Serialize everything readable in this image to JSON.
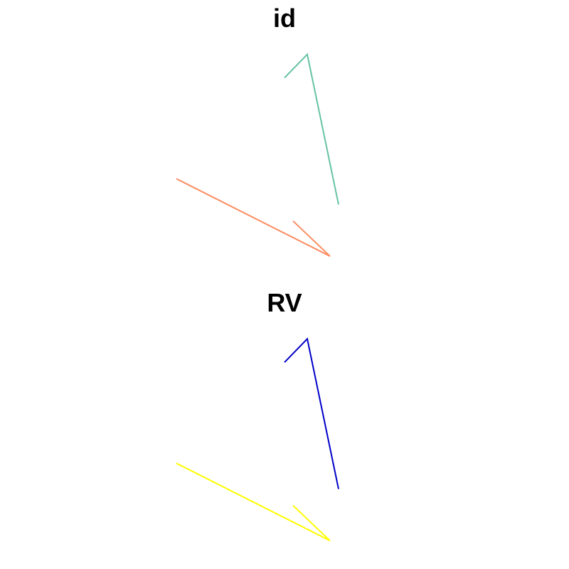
{
  "chart_data": [
    {
      "type": "line",
      "title": "id",
      "xlabel": "",
      "ylabel": "",
      "axes_visible": false,
      "grid": false,
      "legend": "none",
      "xlim": [
        0,
        100
      ],
      "ylim": [
        0,
        100
      ],
      "series": [
        {
          "color": "#66c2a5",
          "points": [
            [
              69,
              28
            ],
            [
              58,
              92
            ],
            [
              50,
              82
            ]
          ]
        },
        {
          "color": "#fc8d62",
          "points": [
            [
              12,
              39
            ],
            [
              66,
              6
            ],
            [
              53,
              21
            ]
          ]
        }
      ]
    },
    {
      "type": "line",
      "title": "RV",
      "xlabel": "",
      "ylabel": "",
      "axes_visible": false,
      "grid": false,
      "legend": "none",
      "xlim": [
        0,
        100
      ],
      "ylim": [
        0,
        100
      ],
      "series": [
        {
          "color": "#0000c8",
          "points": [
            [
              69,
              28
            ],
            [
              58,
              92
            ],
            [
              50,
              82
            ]
          ]
        },
        {
          "color": "#ffff00",
          "points": [
            [
              12,
              39
            ],
            [
              66,
              6
            ],
            [
              53,
              21
            ]
          ]
        }
      ]
    }
  ]
}
